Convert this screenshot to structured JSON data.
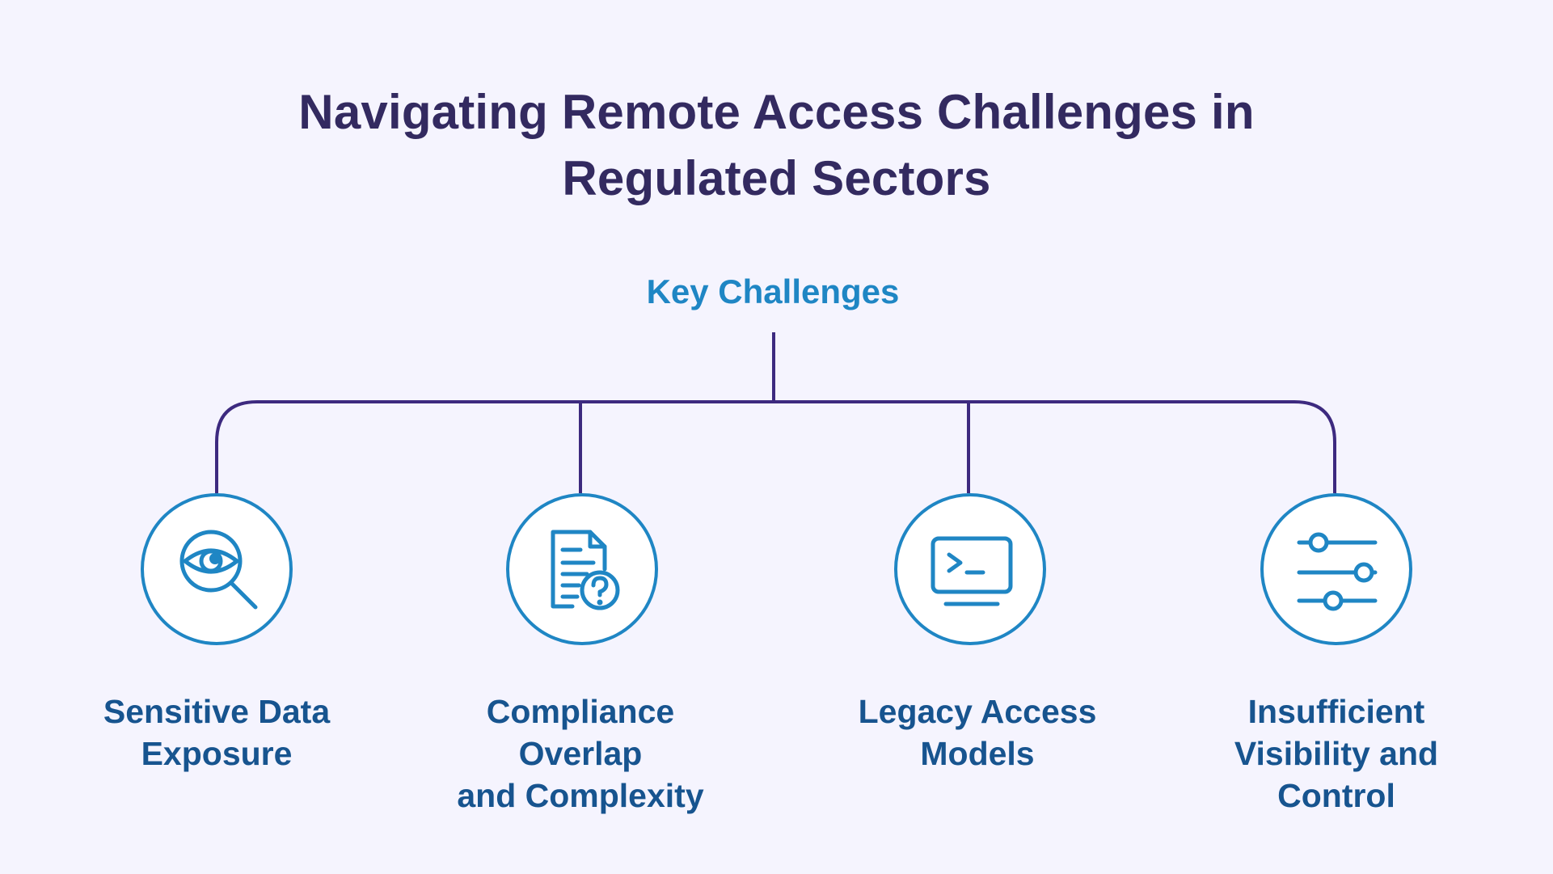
{
  "title": {
    "line1": "Navigating Remote Access Challenges in",
    "line2": "Regulated Sectors"
  },
  "root": {
    "label": "Key Challenges"
  },
  "colors": {
    "background": "#f5f4fe",
    "title": "#332a60",
    "connector": "#3d2a7f",
    "accent": "#1f86c4",
    "label": "#17548f"
  },
  "challenges": [
    {
      "icon": "eye-magnifier-icon",
      "lines": [
        "Sensitive Data",
        "Exposure"
      ]
    },
    {
      "icon": "document-question-icon",
      "lines": [
        "Compliance",
        "Overlap",
        "and Complexity"
      ]
    },
    {
      "icon": "terminal-monitor-icon",
      "lines": [
        "Legacy Access",
        "Models"
      ]
    },
    {
      "icon": "sliders-icon",
      "lines": [
        "Insufficient",
        "Visibility and",
        "Control"
      ]
    }
  ]
}
